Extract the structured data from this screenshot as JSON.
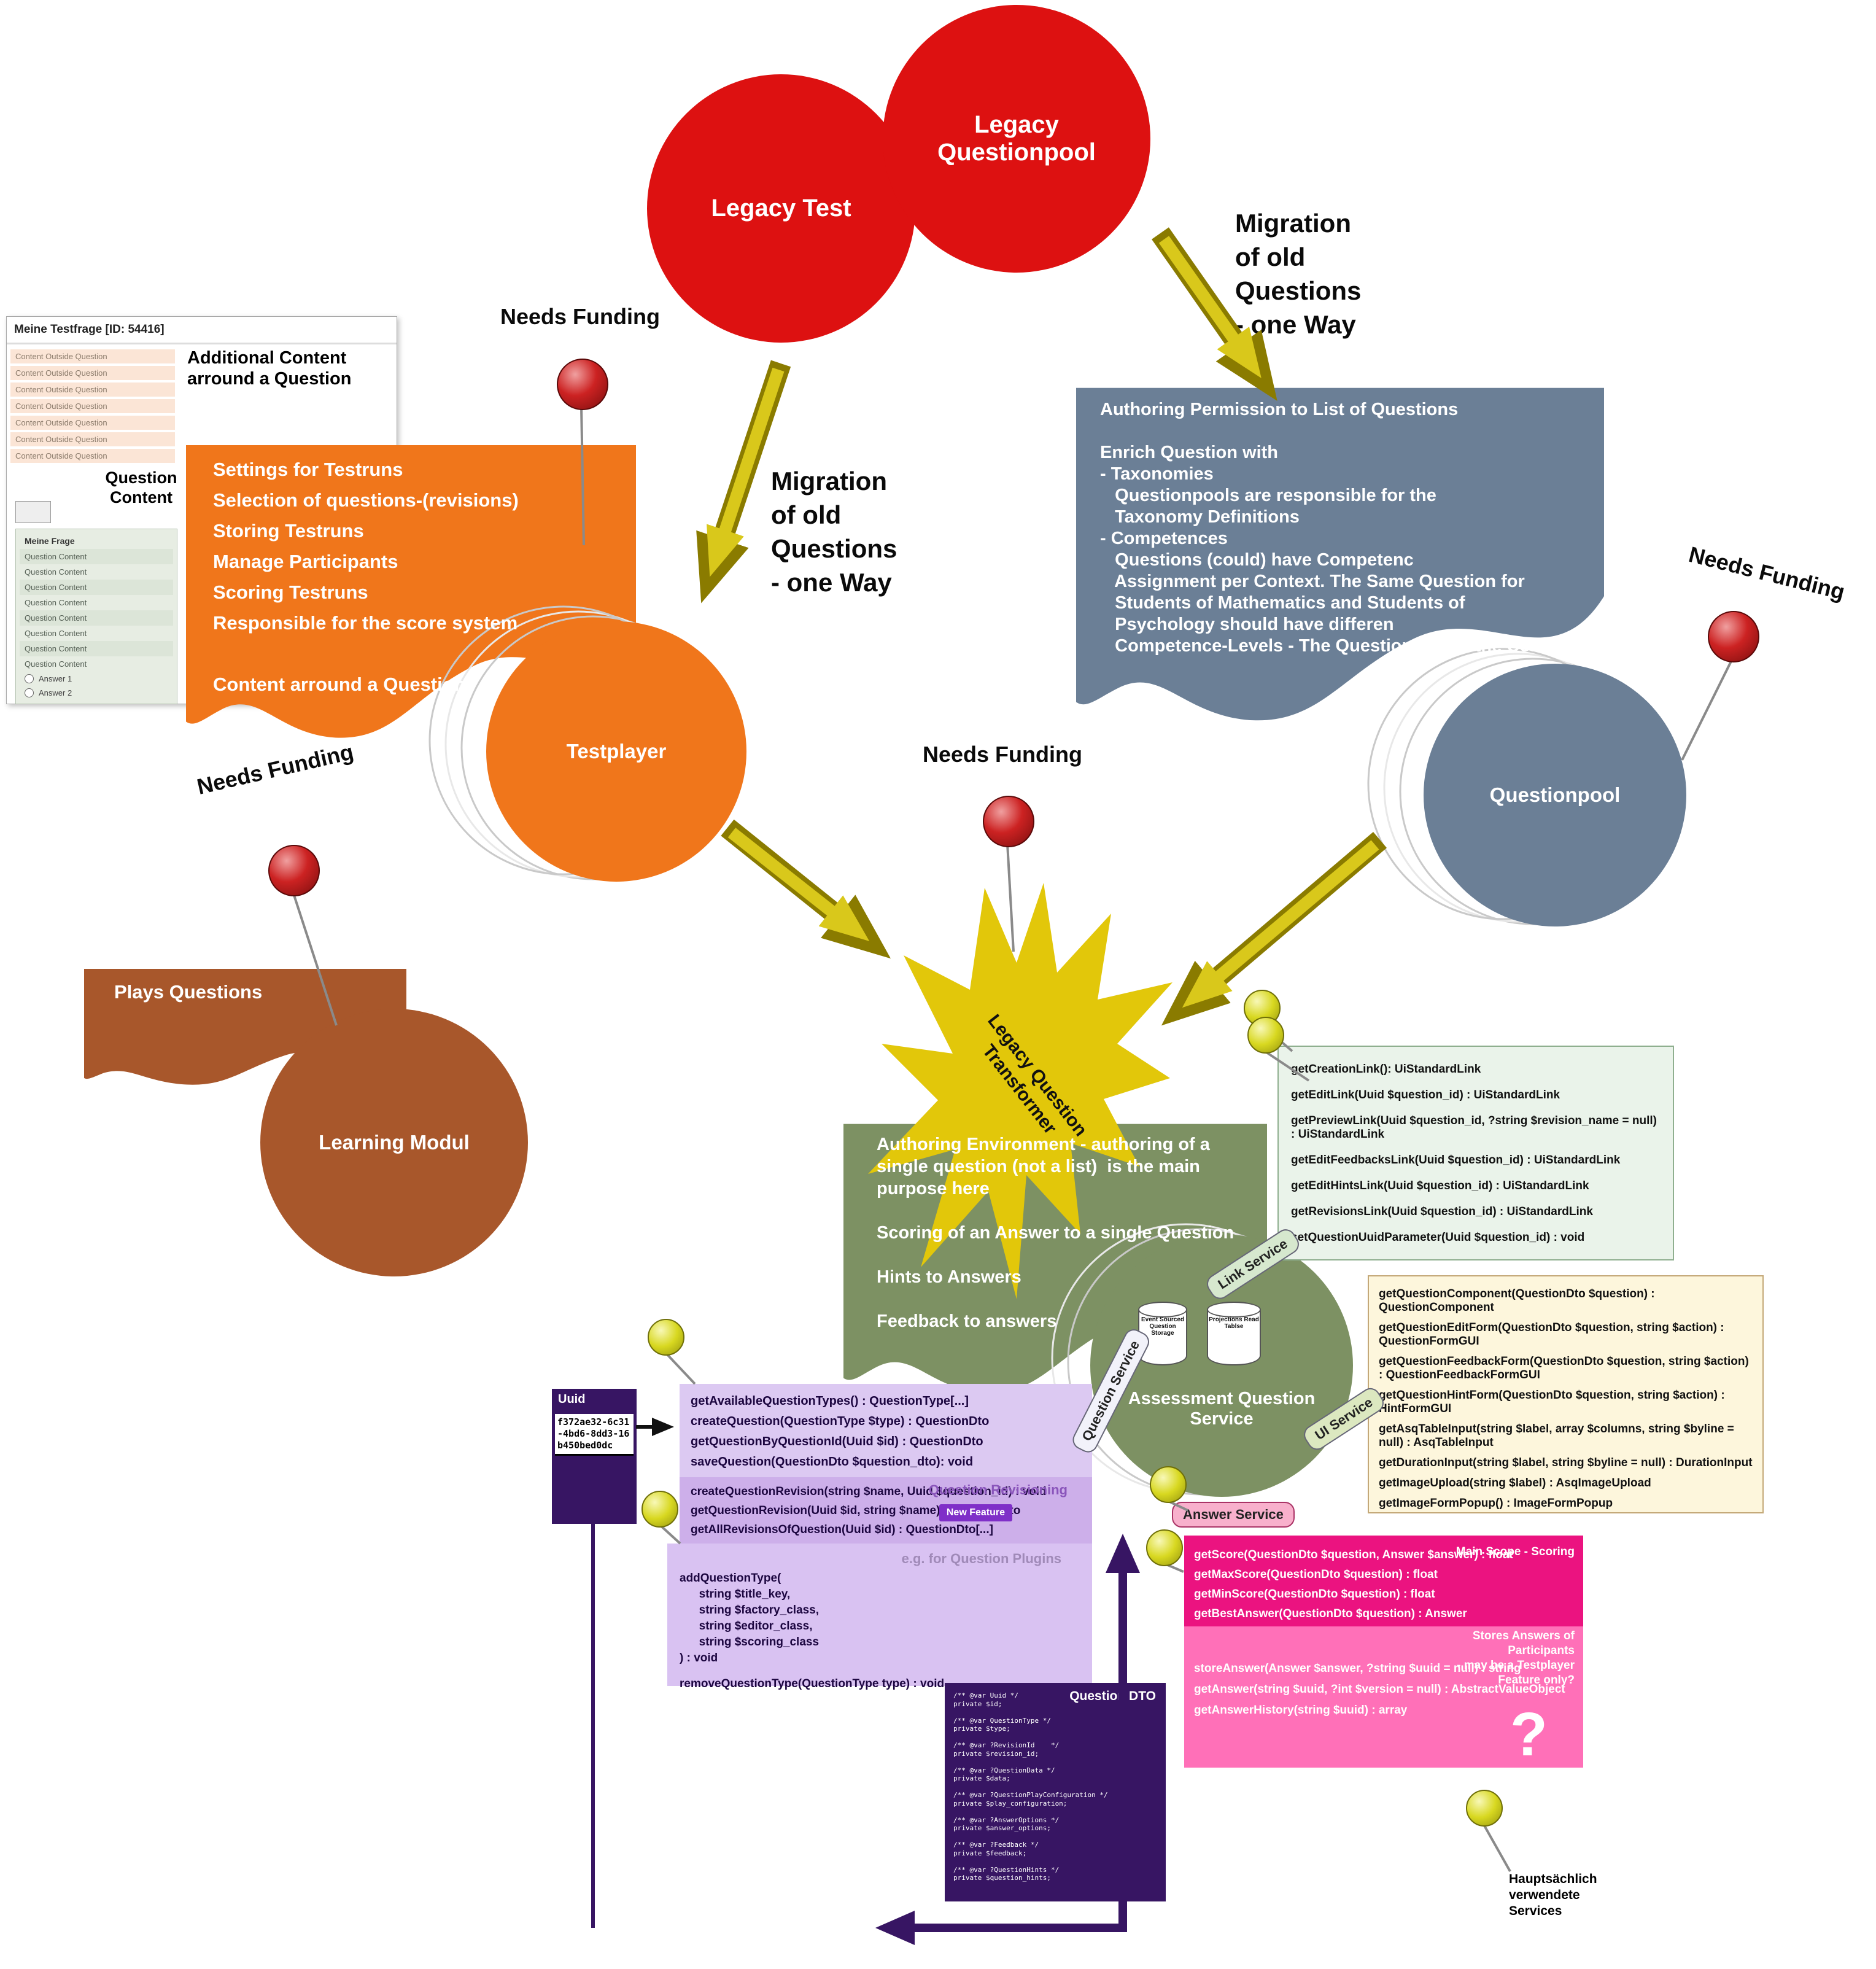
{
  "colors": {
    "legacy_red": "#DD1111",
    "testplayer_orange": "#F0761B",
    "questionpool_gray": "#6B7F96",
    "learning_brown": "#A8572B",
    "authoring_green": "#7D9163",
    "transformer_yellow": "#E2C70A",
    "answer_pink_dark": "#EB1380",
    "answer_pink_light": "#FF70B8",
    "service_indigo": "#371563",
    "question_lavender": "#DCC9F2",
    "arrow_yellow": "#D9C81B",
    "pin_red": "#CC2222",
    "pin_yellow": "#D8D820"
  },
  "nodes": {
    "legacy_test": "Legacy Test",
    "legacy_questionpool": "Legacy Questionpool",
    "testplayer": "Testplayer",
    "questionpool": "Questionpool",
    "learning_modul": "Learning Modul",
    "transformer_line1": "Legacy Question",
    "transformer_line2": "Transformer",
    "assessment": "Assessment Question Service"
  },
  "migration": {
    "lines": [
      "Migration",
      "of old",
      "Questions",
      "- one Way"
    ]
  },
  "needs_funding": "Needs Funding",
  "plays_questions": "Plays Questions",
  "testplayer_box": {
    "lines": [
      "Settings for Testruns",
      "Selection of questions-(revisions)",
      "Storing Testruns",
      "Manage Participants",
      "Scoring Testruns",
      "Responsible for the score system",
      " ",
      "Content arround a Question"
    ]
  },
  "questionpool_box": {
    "lines": [
      "Authoring Permission to List of Questions",
      " ",
      "Enrich Question with",
      "- Taxonomies",
      "   Questionpools are responsible for the",
      "   Taxonomy Definitions",
      "- Competences",
      "   Questions (could) have Competenc",
      "   Assignment per Context. The Same Question for",
      "   Students of Mathematics and Students of",
      "   Psychology should have differen",
      "   Competence-Levels - The Questionpool is the Context"
    ]
  },
  "authoring_box": {
    "lines": [
      "Authoring Environment - authoring of a",
      "single question (not a list)  is the main",
      "purpose here",
      " ",
      "Scoring of an Answer to a single Question",
      " ",
      "Hints to Answers",
      " ",
      "Feedback to answers"
    ]
  },
  "storage": {
    "event": "Event Sourced Question Storage",
    "projections": "Projections Read Tablse"
  },
  "tags": {
    "link": "Link Service",
    "ui": "UI Service",
    "question": "Question Service",
    "answer": "Answer Service"
  },
  "link_service": {
    "methods": [
      "getCreationLink(): UiStandardLink",
      "getEditLink(Uuid $question_id) : UiStandardLink",
      "getPreviewLink(Uuid $question_id, ?string $revision_name = null) : UiStandardLink",
      "getEditFeedbacksLink(Uuid $question_id) : UiStandardLink",
      "getEditHintsLink(Uuid $question_id) : UiStandardLink",
      "getRevisionsLink(Uuid $question_id) : UiStandardLink",
      "setQuestionUuidParameter(Uuid $question_id) : void"
    ]
  },
  "ui_service": {
    "methods": [
      "getQuestionComponent(QuestionDto $question) : QuestionComponent",
      "getQuestionEditForm(QuestionDto $question, string $action) : QuestionFormGUI",
      "getQuestionFeedbackForm(QuestionDto $question, string $action) : QuestionFeedbackFormGUI",
      "getQuestionHintForm(QuestionDto $question, string $action) : HintFormGUI",
      "getAsqTableInput(string $label, array $columns, string $byline = null) : AsqTableInput",
      "getDurationInput(string $label, string $byline = null) : DurationInput",
      "getImageUpload(string $label) : AsqImageUpload",
      "getImageFormPopup() : ImageFormPopup"
    ]
  },
  "question_service": {
    "methods": [
      "getAvailableQuestionTypes() : QuestionType[...]",
      "createQuestion(QuestionType $type) : QuestionDto",
      "getQuestionByQuestionId(Uuid $id) : QuestionDto",
      "saveQuestion(QuestionDto $question_dto): void"
    ],
    "revisioning_title": "Question Revisioning",
    "revisioning_badge": "New Feature",
    "revisioning_methods": [
      "createQuestionRevision(string $name, Uuid $question_id) : void",
      "getQuestionRevision(Uuid $id, string $name) : QuestionDto",
      "getAllRevisionsOfQuestion(Uuid $id) : QuestionDto[...]"
    ],
    "plugins_title": "e.g. for Question Plugins",
    "plugin_add_lines": [
      "addQuestionType(",
      "      string $title_key,",
      "      string $factory_class,",
      "      string $editor_class,",
      "      string $scoring_class",
      ") : void"
    ],
    "plugin_remove": "removeQuestionType(QuestionType type) : void"
  },
  "uuid_box": {
    "title": "Uuid",
    "value": "f372ae32-6c31-4bd6-8dd3-16b450bed0dc"
  },
  "question_dto": {
    "title": "Question DTO",
    "lines": [
      "/** @var Uuid */",
      "private $id;",
      " ",
      "/** @var QuestionType */",
      "private $type;",
      " ",
      "/** @var ?RevisionId    */",
      "private $revision_id;",
      " ",
      "/** @var ?QuestionData */",
      "private $data;",
      " ",
      "/** @var ?QuestionPlayConfiguration */",
      "private $play_configuration;",
      " ",
      "/** @var ?AnswerOptions */",
      "private $answer_options;",
      " ",
      "/** @var ?Feedback */",
      "private $feedback;",
      " ",
      "/** @var ?QuestionHints */",
      "private $question_hints;"
    ]
  },
  "answer_service": {
    "scoring_note": "Main Scope - Scoring",
    "methods_top": [
      "getScore(QuestionDto $question, Answer $answer) : float",
      "getMaxScore(QuestionDto $question) : float",
      "getMinScore(QuestionDto $question) : float",
      "getBestAnswer(QuestionDto $question) : Answer"
    ],
    "methods_bottom": [
      "storeAnswer(Answer $answer, ?string $uuid = null) : string",
      "getAnswer(string $uuid, ?int $version = null) : AbstractValueObject",
      "getAnswerHistory(string $uuid) : array"
    ],
    "note_lines": [
      "Stores Answers of",
      "Participants",
      "- may be a Testplayer",
      "Feature only?"
    ],
    "question_mark": "?"
  },
  "screenshot": {
    "title": "Meine Testfrage [ID: 54416]",
    "outside_rows": [
      "Content Outside Question",
      "Content Outside Question",
      "Content Outside Question",
      "Content Outside Question",
      "Content Outside Question",
      "Content Outside Question",
      "Content Outside Question"
    ],
    "annotation_outside": "Additional Content arround a Question",
    "annotation_content": "Question Content",
    "frage": "Meine Frage",
    "content_rows": [
      "Question Content",
      "Question Content",
      "Question Content",
      "Question Content",
      "Question Content",
      "Question Content",
      "Question Content",
      "Question Content"
    ],
    "answers": [
      "Answer 1",
      "Answer 2"
    ]
  },
  "footnote_lines": [
    "Hauptsächlich",
    "verwendete",
    "Services"
  ]
}
